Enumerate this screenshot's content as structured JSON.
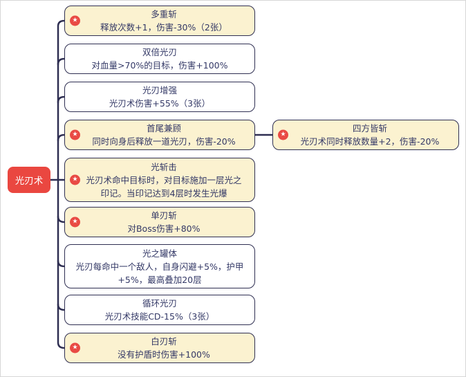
{
  "icons": {
    "star": "★"
  },
  "colors": {
    "root_bg": "#EA4740",
    "highlight_bg": "#FBF2D0",
    "plain_bg": "#FFFFFF",
    "border": "#2F2F52",
    "text": "#333866",
    "star_badge": "#E94A44",
    "connector": "#2F2F52"
  },
  "mindmap": {
    "root": {
      "label": "光刃术"
    },
    "branches": [
      {
        "title": "多重斩",
        "description": "释放次数+1，伤害-30%（2张）",
        "starred": true
      },
      {
        "title": "双倍光刃",
        "description": "对血量>70%的目标，伤害+100%",
        "starred": false
      },
      {
        "title": "光刃增强",
        "description": "光刃术伤害+55%（3张）",
        "starred": false
      },
      {
        "title": "首尾兼顾",
        "description": "同时向身后释放一道光刃，伤害-20%",
        "starred": true,
        "children": [
          {
            "title": "四方皆斩",
            "description": "光刃术同时释放数量+2，伤害-20%",
            "starred": true
          }
        ]
      },
      {
        "title": "光斩击",
        "description": "光刃术命中目标时，对目标施加一层光之印记。当印记达到4层时发生光爆",
        "starred": true
      },
      {
        "title": "单刃斩",
        "description": "对Boss伤害+80%",
        "starred": true
      },
      {
        "title": "光之罐体",
        "description": "光刃每命中一个敌人，自身闪避+5%，护甲+5%，最高叠加20层",
        "starred": false
      },
      {
        "title": "循环光刃",
        "description": "光刃术技能CD-15%（3张）",
        "starred": false
      },
      {
        "title": "白刃斩",
        "description": "没有护盾时伤害+100%",
        "starred": true
      }
    ]
  }
}
